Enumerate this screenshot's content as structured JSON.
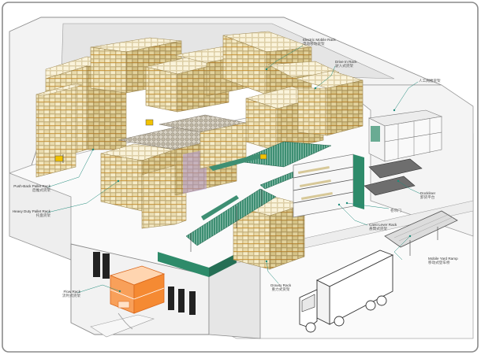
{
  "callouts": {
    "electric_mobile_rack": {
      "en": "Electric Mobile Rack",
      "cn": "电动移动货架"
    },
    "drive_in_rack": {
      "en": "Drive In Rack",
      "cn": "驶入式货架"
    },
    "manual_mezzanine": {
      "cn": "人工阁楼货架"
    },
    "push_back_pallet_rack": {
      "en": "Push-Back Pallet Rack",
      "cn": "后推式货架"
    },
    "heavy_duty_pallet_rack": {
      "en": "Heavy Duty Pallet Rack",
      "cn": "托盘货架"
    },
    "dockliner": {
      "en": "Dockliner",
      "cn": "卸货平台"
    },
    "rolling_door": {
      "cn": "卷帘门"
    },
    "cantilever_rack": {
      "en": "Canti Lever Rack",
      "cn": "悬臂式货架"
    },
    "mobile_yard_ramp": {
      "en": "Mobile Yard Ramp",
      "cn": "移动式登车桥"
    },
    "flow_rack": {
      "en": "Flow Rack",
      "cn": "流利式货架"
    },
    "gravity_rack": {
      "en": "Gravity Rack",
      "cn": "重力式货架"
    }
  },
  "colors": {
    "box": "#efe3b8",
    "box_edge": "#9c8650",
    "beam": "#c8871e",
    "accent_green": "#2e8b6a",
    "flow_rack": "#f58a33",
    "frame": "#8a8a8a"
  }
}
